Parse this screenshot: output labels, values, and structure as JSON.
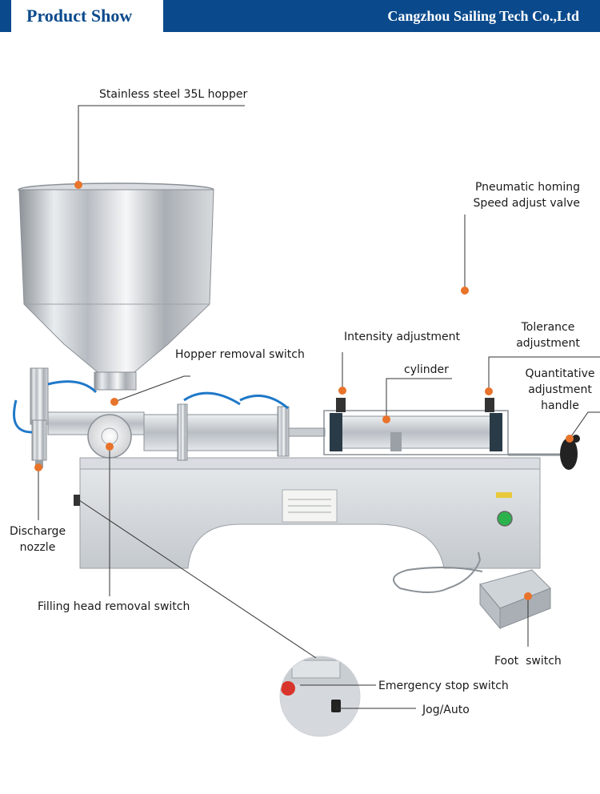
{
  "header": {
    "title": "Product Show",
    "company": "Cangzhou Sailing Tech Co.,Ltd"
  },
  "labels": {
    "hopper": "Stainless steel 35L hopper",
    "pneumatic_line1": "Pneumatic homing",
    "pneumatic_line2": "Speed adjust valve",
    "hopper_removal": "Hopper removal switch",
    "intensity": "Intensity adjustment",
    "tolerance_line1": "Tolerance",
    "tolerance_line2": "adjustment",
    "cylinder": "cylinder",
    "quant_line1": "Quantitative",
    "quant_line2": "adjustment",
    "quant_line3": "handle",
    "discharge_line1": "Discharge",
    "discharge_line2": "nozzle",
    "filling_head": "Filling head removal switch",
    "foot_switch": "Foot  switch",
    "emergency": "Emergency stop switch",
    "jog": "Jog/Auto"
  },
  "colors": {
    "header_bg": "#0a4a8c",
    "marker": "#e8732a",
    "button_green": "#2bb24c",
    "stop_red": "#d9342b"
  }
}
